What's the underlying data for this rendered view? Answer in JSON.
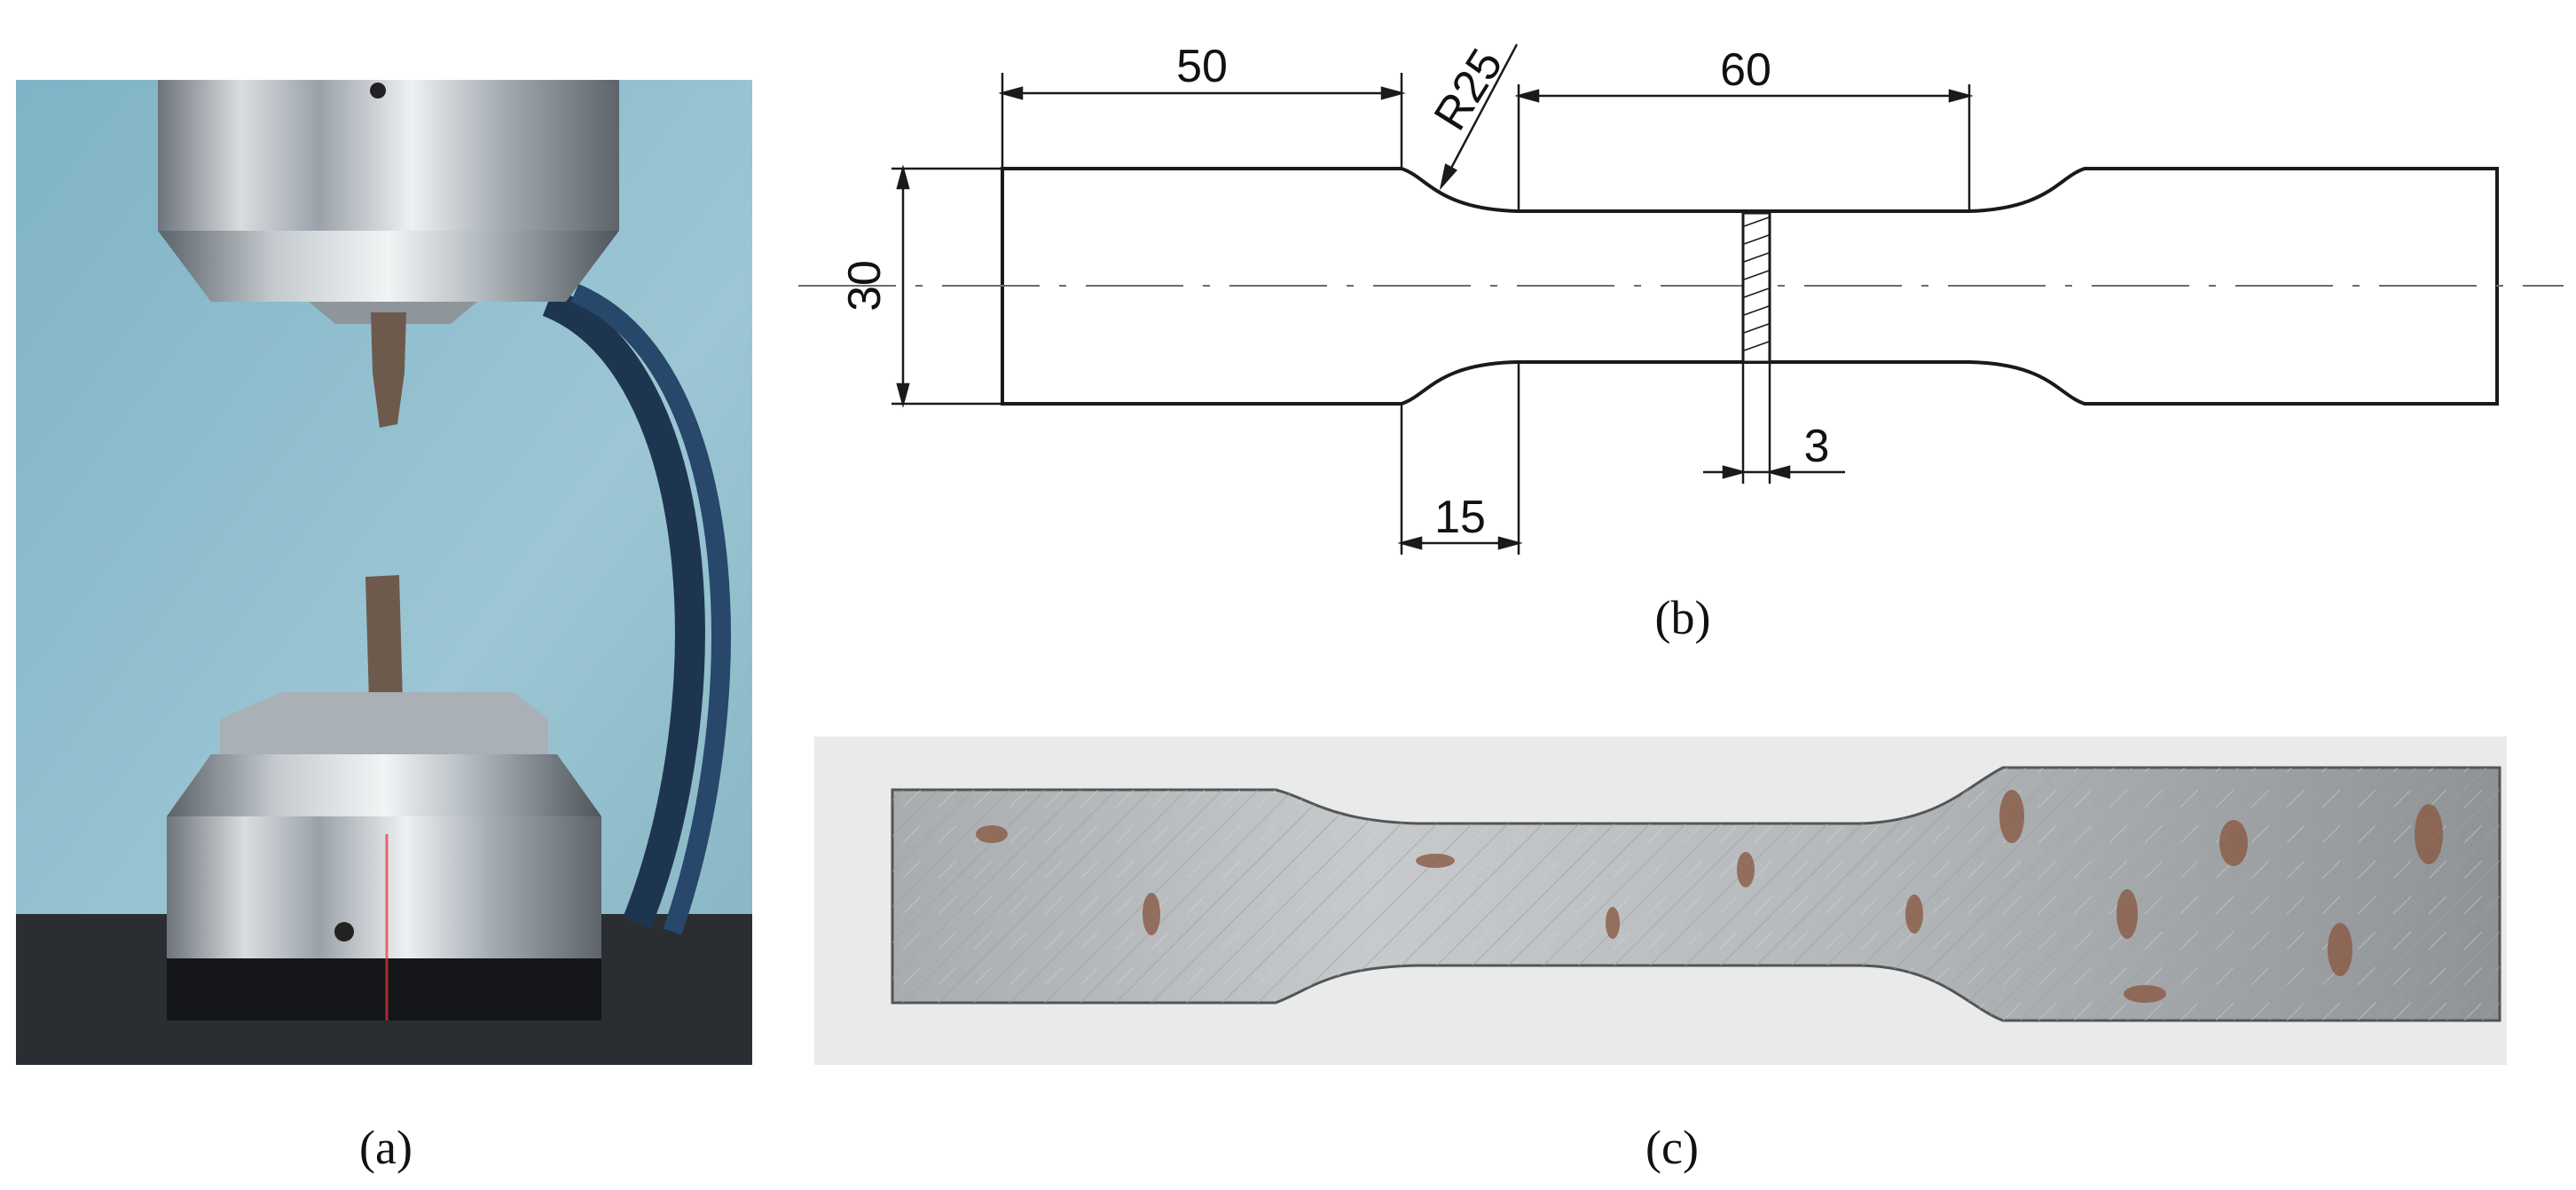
{
  "figure": {
    "panel_a": {
      "caption": "(a)"
    },
    "panel_b": {
      "caption": "(b)",
      "dimensions": {
        "grip_length": "50",
        "fillet_radius": "R25",
        "gauge_length": "60",
        "width": "30",
        "transition_length": "15",
        "thickness": "3"
      }
    },
    "panel_c": {
      "caption": "(c)"
    }
  },
  "colors": {
    "background": "#ffffff",
    "line": "#1a1a1a",
    "wall": "#8fbfcf",
    "steel": "#c8cdd2",
    "cable": "#1e3550",
    "specimen_metal": "#b9bcbf",
    "rust": "#8a5a44",
    "photo_bg": "#e9eaea"
  }
}
